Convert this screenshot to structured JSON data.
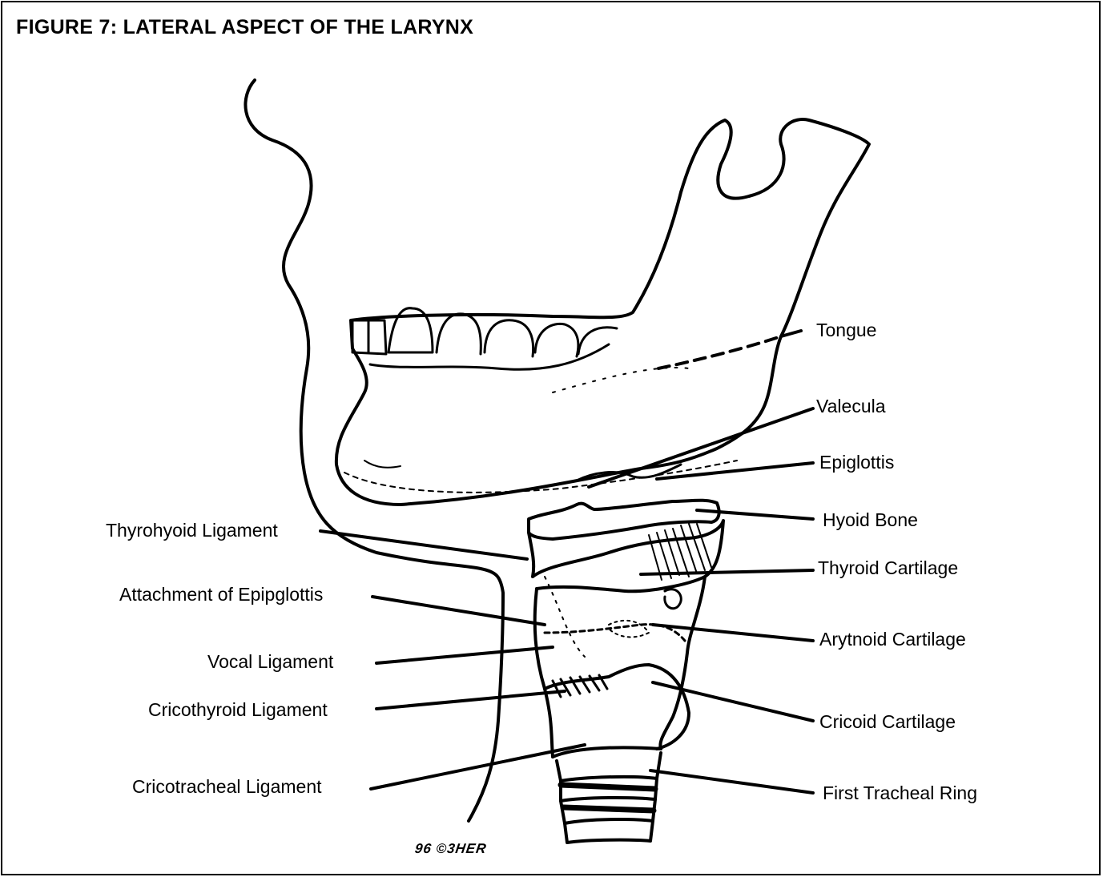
{
  "title": "FIGURE 7:  LATERAL ASPECT OF THE LARYNX",
  "labels": {
    "tongue": "Tongue",
    "valecula": "Valecula",
    "epiglottis": "Epiglottis",
    "hyoid_bone": "Hyoid Bone",
    "thyroid_cartilage": "Thyroid Cartilage",
    "arytnoid_cartilage": "Arytnoid Cartilage",
    "cricoid_cartilage": "Cricoid Cartilage",
    "first_tracheal_ring": "First Tracheal Ring",
    "thyrohyoid_ligament": "Thyrohyoid Ligament",
    "attachment_of_epiglottis": "Attachment of Epipglottis",
    "vocal_ligament": "Vocal Ligament",
    "cricothyroid_ligament": "Cricothyroid Ligament",
    "cricotracheal_ligament": "Cricotracheal Ligament"
  },
  "signature": "96 ©3HER"
}
